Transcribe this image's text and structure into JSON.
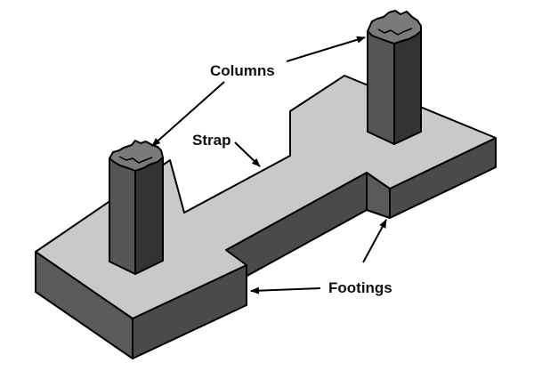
{
  "labels": {
    "columns": "Columns",
    "strap": "Strap",
    "footings": "Footings"
  },
  "colors": {
    "top_surface": "#c9c9c9",
    "front_face": "#4a4a4a",
    "side_face": "#5a5a5a",
    "column_front": "#555555",
    "column_side": "#333333",
    "column_top": "#7a7a7a",
    "outline": "#000000"
  }
}
